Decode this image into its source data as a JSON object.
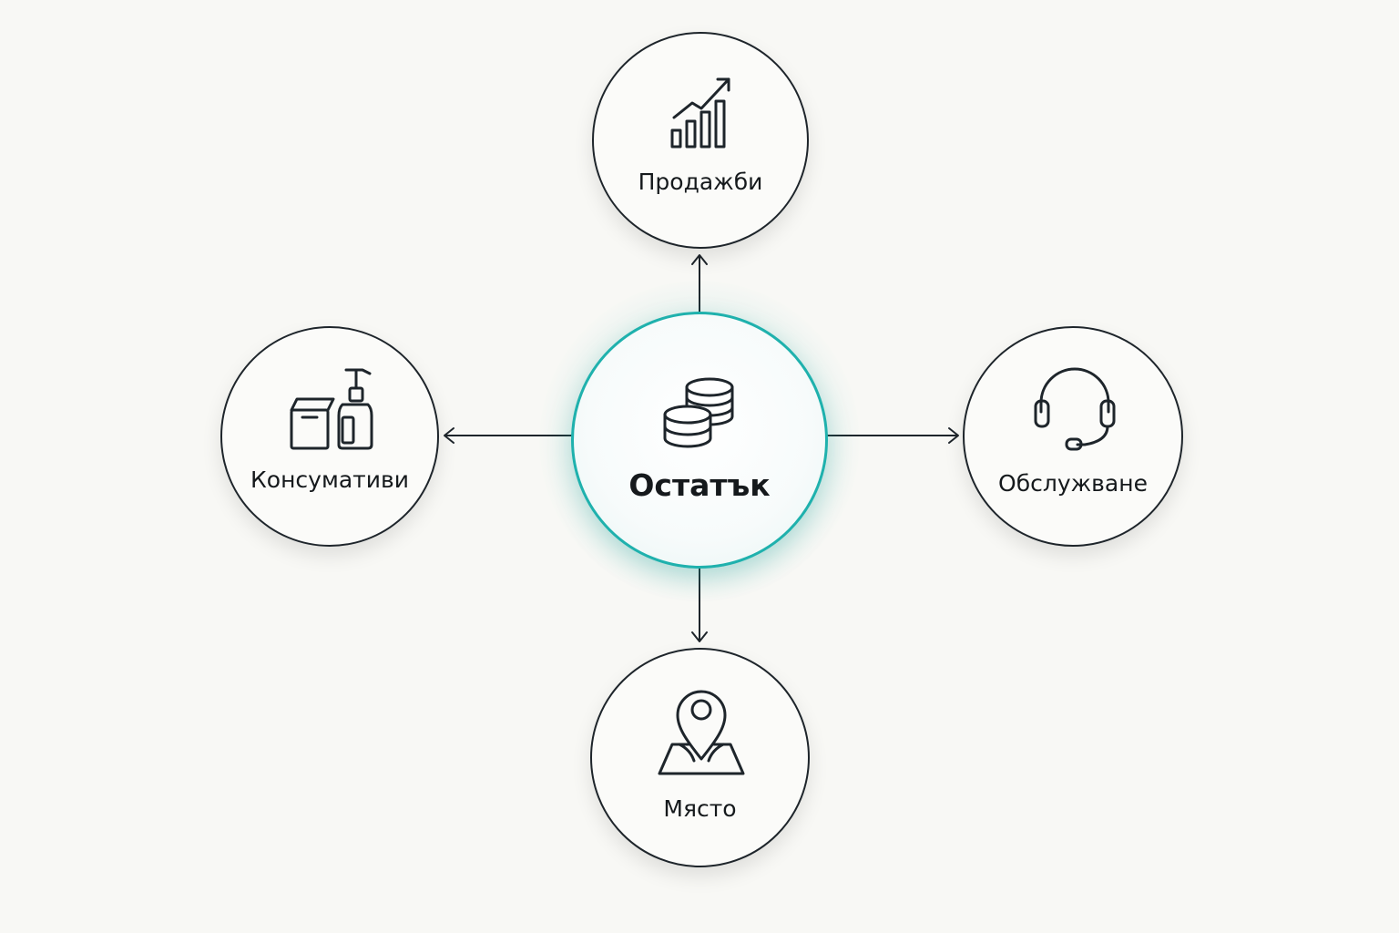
{
  "diagram": {
    "center": {
      "label": "Остатък",
      "icon": "coins-icon"
    },
    "nodes": {
      "top": {
        "label": "Продажби",
        "icon": "growth-chart-icon"
      },
      "left": {
        "label": "Консумативи",
        "icon": "box-bottle-icon"
      },
      "right": {
        "label": "Обслужване",
        "icon": "headset-icon"
      },
      "bottom": {
        "label": "Място",
        "icon": "map-pin-icon"
      }
    },
    "colors": {
      "background": "#f8f8f5",
      "accent": "#1fb1ad",
      "stroke": "#1e252b"
    }
  }
}
